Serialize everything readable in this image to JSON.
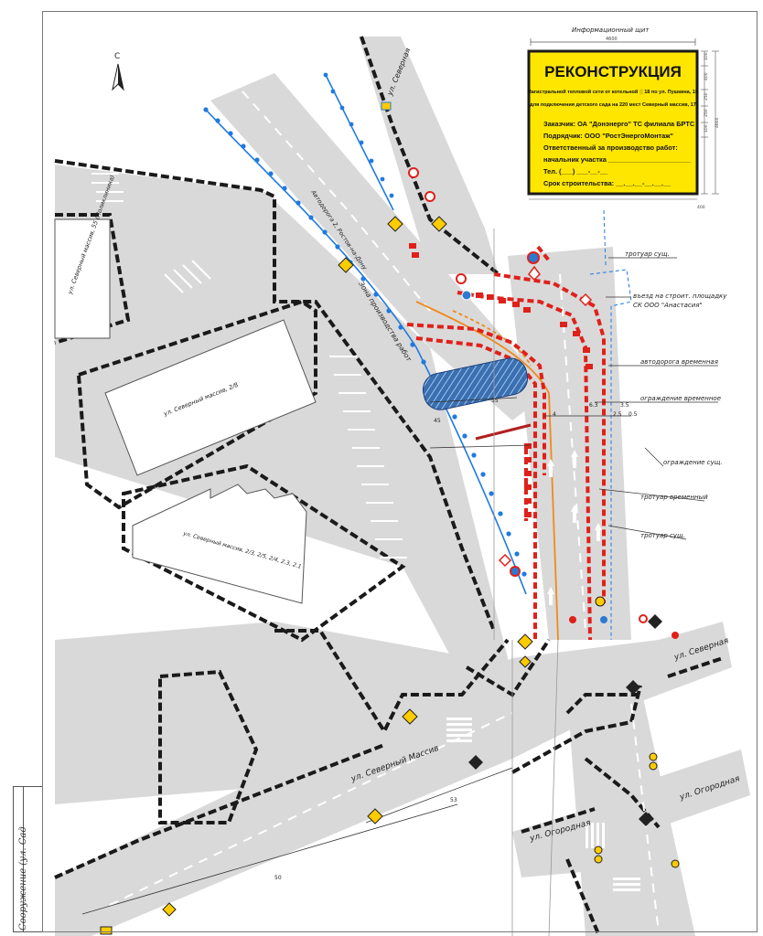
{
  "info_board": {
    "header": "Информационный щит",
    "title": "РЕКОНСТРУКЦИЯ",
    "subtitle_1": "Магистральной тепловой сети от котельной ░ 18 по ул. Пушкина, 1Б",
    "subtitle_2": "для подключения детского сада на 220 мест Северный массив, 17",
    "customer": "Заказчик: ОА \"Донэнерго\" ТС филиала БРТС",
    "contractor": "Подрядчик: ООО \"РостЭнергоМонтаж\"",
    "responsible": "Ответственный за производство работ:",
    "chief": "начальник участка ______________________",
    "phone": "Тел. (___) ___-__-__",
    "term": "Срок строительства: __.__.__-__.__.__",
    "width_dim": "4600",
    "height_dim": "4600",
    "right_dims": [
      "100",
      "400",
      "250",
      "250",
      "100"
    ],
    "bottom_dim": "400",
    "bg_color": "#ffe600",
    "border_color": "#1a1a1a"
  },
  "north_arrow": {
    "label": "С"
  },
  "streets": {
    "severnaya_top": "ул. Северная",
    "severnaya_right": "ул. Северная",
    "severny_massiv": "ул. Северный Массив",
    "ogorodnaya_right": "ул. Огородная",
    "ogorodnaya_left": "ул. Огородная"
  },
  "annotations": {
    "detour_road": "Автодорога 2, Ростов-на-Дону",
    "work_zone": "Зона производства работ",
    "sidewalk_existing_1": "тротуар сущ.",
    "entrance": "въезд на строит. площадку",
    "company": "СК ООО \"Анастасия\"",
    "road_temp": "автодорога временная",
    "fence_temp": "ограждение временное",
    "fence_existing": "ограждение сущ.",
    "sidewalk_temp": "тротуар временный",
    "sidewalk_existing_2": "тротуар сущ."
  },
  "buildings": {
    "b1": "ул. Северный массив, 55 (Поликлиника)",
    "b2": "ул. Северный массив, 2/8",
    "b3": "ул. Северный массив, 2/3, 2/5, 2/4, 2.3, 2.1"
  },
  "stamp": {
    "text": "Сооружение (ул. Сад"
  },
  "dimensions": {
    "d55": "55",
    "d50": "50",
    "d53": "53",
    "d45": "45",
    "d4": "4",
    "d63": "6.3",
    "d25": "2.5",
    "d05": "0.5",
    "d35": "3.5"
  },
  "colors": {
    "road": "#d9d9d9",
    "barrier_red": "#e0201a",
    "detour_orange": "#f08a1a",
    "pipe_blue": "#1f7ae0",
    "curb": "#1a1a1a",
    "warning_sign": "#ffcc00"
  }
}
